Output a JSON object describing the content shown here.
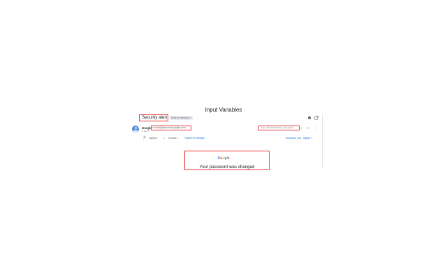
{
  "page": {
    "title": "Input Variables"
  },
  "email": {
    "subject": "Security alert",
    "label_chip": "Boîte de réception ×",
    "sender_name": "Google",
    "sender_email": "<no-reply@accounts.google.com>",
    "recipient": "À moi ▾",
    "date": "sam. 15 mars 20:16 (il y a 2 jours)",
    "body_logo": [
      "G",
      "o",
      "o",
      "g",
      "l",
      "e"
    ],
    "body_headline": "Your password was changed"
  },
  "translation_bar": {
    "from_language": "anglais ▾",
    "arrow": ">",
    "to_language": "français ▾",
    "translate_link": "Traduire le message",
    "disable_link": "Désactiver pour : anglais ✕"
  },
  "icons": {
    "print": "print-icon",
    "open_new_window": "open-in-new-window-icon",
    "star": "star-icon",
    "reply": "reply-icon",
    "more": "more-vert-icon",
    "translate": "translate-icon"
  },
  "colors": {
    "annotation_red": "#e53935",
    "google_blue": "#4285f4",
    "google_red": "#ea4335",
    "google_yellow": "#fbbc05",
    "google_green": "#34a853",
    "link_blue": "#1a73e8"
  }
}
